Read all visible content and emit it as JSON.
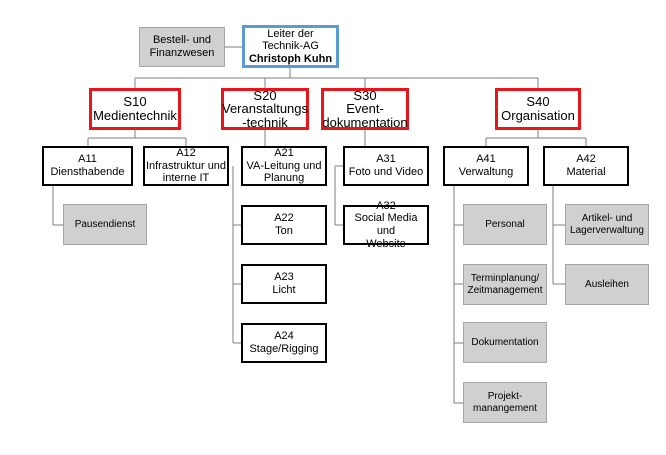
{
  "head": {
    "line1": "Leiter der",
    "line2": "Technik-AG",
    "line3": "Christoph Kuhn"
  },
  "staff": {
    "line1": "Bestell- und",
    "line2": "Finanzwesen"
  },
  "sections": {
    "s10": {
      "line1": "S10",
      "line2": "Medientechnik"
    },
    "s20": {
      "line1": "S20",
      "line2": "Veranstaltungs",
      "line3": "-technik"
    },
    "s30": {
      "line1": "S30",
      "line2": "Event-",
      "line3": "dokumentation"
    },
    "s40": {
      "line1": "S40",
      "line2": "Organisation"
    }
  },
  "areas": {
    "a11": {
      "line1": "A11",
      "line2": "Diensthabende"
    },
    "a12": {
      "line1": "A12",
      "line2": "Infrastruktur und",
      "line3": "interne IT"
    },
    "a21": {
      "line1": "A21",
      "line2": "VA-Leitung und",
      "line3": "Planung"
    },
    "a22": {
      "line1": "A22",
      "line2": "Ton"
    },
    "a23": {
      "line1": "A23",
      "line2": "Licht"
    },
    "a24": {
      "line1": "A24",
      "line2": "Stage/Rigging"
    },
    "a31": {
      "line1": "A31",
      "line2": "Foto und Video"
    },
    "a32": {
      "line1": "A32",
      "line2": "Social Media und",
      "line3": "Website"
    },
    "a41": {
      "line1": "A41",
      "line2": "Verwaltung"
    },
    "a42": {
      "line1": "A42",
      "line2": "Material"
    }
  },
  "subs": {
    "pausendienst": {
      "line1": "Pausendienst"
    },
    "personal": {
      "line1": "Personal"
    },
    "terminplanung": {
      "line1": "Terminplanung/",
      "line2": "Zeitmanagement"
    },
    "dokumentation": {
      "line1": "Dokumentation"
    },
    "projektmanagement": {
      "line1": "Projekt-",
      "line2": "manangement"
    },
    "artikel": {
      "line1": "Artikel- und",
      "line2": "Lagerverwaltung"
    },
    "ausleihen": {
      "line1": "Ausleihen"
    }
  },
  "colors": {
    "head_border": "#5b9bd5",
    "section_border": "#e8151b",
    "area_border": "#000000",
    "sub_fill": "#d0d0d0",
    "connector": "#7f7f7f"
  }
}
